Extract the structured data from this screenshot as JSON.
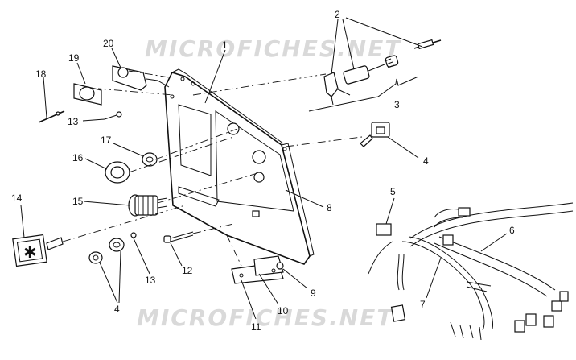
{
  "watermark": {
    "top": "MICROFICHES.NET",
    "bottom": "MICROFICHES.NET"
  },
  "callouts": [
    "1",
    "2",
    "3",
    "4",
    "5",
    "6",
    "7",
    "8",
    "9",
    "10",
    "11",
    "12",
    "13",
    "14",
    "15",
    "16",
    "17",
    "18",
    "19",
    "20"
  ],
  "callouts_repeat": {
    "c13b": "13",
    "c4b": "4"
  },
  "emblem": {
    "glyph": "✱"
  },
  "colors": {
    "ink": "#111111",
    "watermark": "#d9d9d9",
    "background": "#ffffff"
  }
}
